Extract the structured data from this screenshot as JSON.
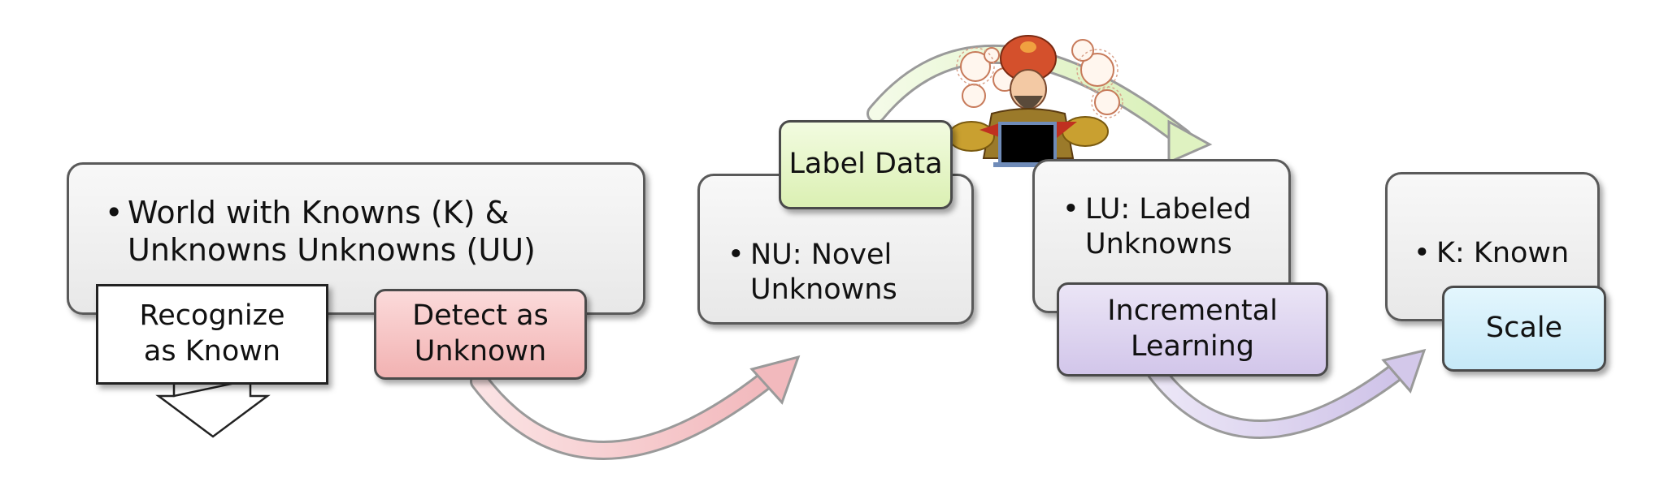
{
  "stage_world": {
    "bullet": "World with Knowns (K) &\nUnknowns Unknowns (UU)"
  },
  "stage_nu": {
    "bullet": "NU: Novel\nUnknowns"
  },
  "stage_lu": {
    "bullet": "LU: Labeled\nUnknowns"
  },
  "stage_k": {
    "bullet": "K: Known"
  },
  "actions": {
    "recognize": "Recognize\nas Known",
    "detect": "Detect as\nUnknown",
    "label": "Label Data",
    "incremental": "Incremental\nLearning",
    "scale": "Scale"
  },
  "bullet_symbol": "•",
  "colors": {
    "detect": "#f7c6c6",
    "label": "#e8f6c8",
    "incremental": "#ddd3ef",
    "scale": "#d3eefa",
    "arrow_pink": "#f2b9bd",
    "arrow_green": "#e0f3c3",
    "arrow_purple": "#d3c8ea"
  },
  "icons": [
    "labeler-illustration-icon",
    "down-arrow-icon"
  ]
}
